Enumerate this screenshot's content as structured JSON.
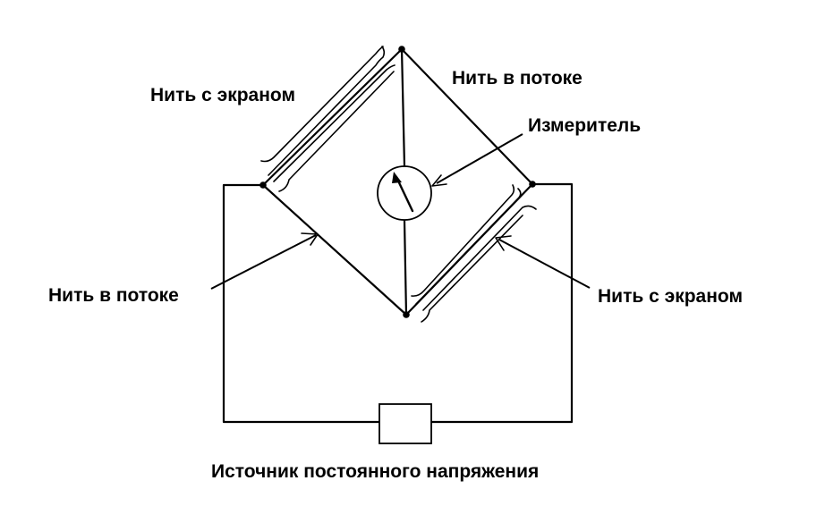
{
  "labels": {
    "top_left_wire": "Нить с экраном",
    "top_right_wire": "Нить в потоке",
    "meter": "Измеритель",
    "left_wire": "Нить в потоке",
    "right_wire": "Нить с экраном",
    "source": "Источник постоянного напряжения"
  },
  "colors": {
    "ink": "#000000",
    "background": "#ffffff"
  },
  "icons": {
    "meter": "galvanometer-icon",
    "source": "dc-source-box"
  }
}
